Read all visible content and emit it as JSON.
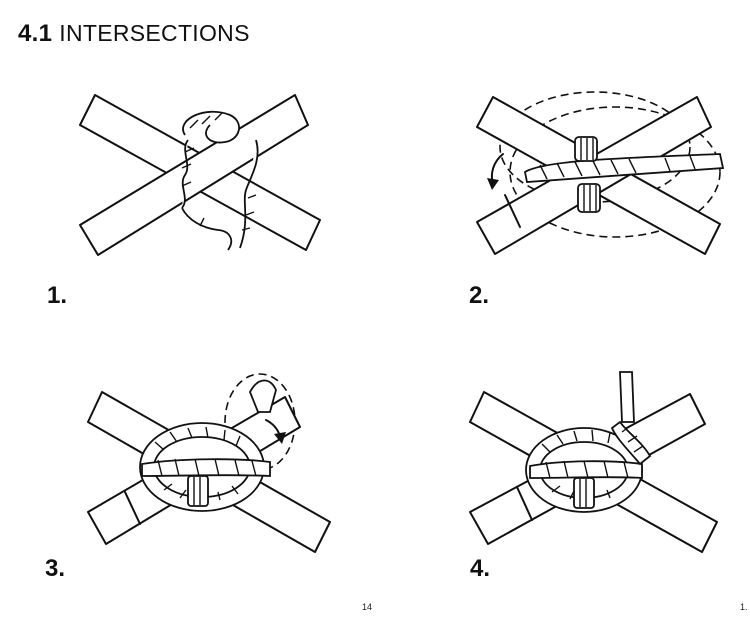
{
  "header": {
    "section_number": "4.1",
    "section_title": "INTERSECTIONS"
  },
  "steps": [
    {
      "label": "1."
    },
    {
      "label": "2."
    },
    {
      "label": "3."
    },
    {
      "label": "4."
    }
  ],
  "footer": {
    "page_number": "14",
    "next_page_number": "1."
  }
}
